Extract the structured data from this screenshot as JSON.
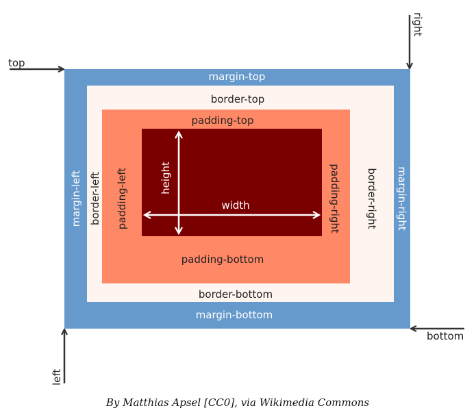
{
  "diagram": {
    "labels": {
      "margin_top": "margin-top",
      "margin_bottom": "margin-bottom",
      "margin_left": "margin-left",
      "margin_right": "margin-right",
      "border_top": "border-top",
      "border_bottom": "border-bottom",
      "border_left": "border-left",
      "border_right": "border-right",
      "padding_top": "padding-top",
      "padding_bottom": "padding-bottom",
      "padding_left": "padding-left",
      "padding_right": "padding-right",
      "width": "width",
      "height": "height"
    },
    "pointers": {
      "top": "top",
      "right": "right",
      "bottom": "bottom",
      "left": "left"
    },
    "colors": {
      "margin": "#6699cc",
      "border": "#fff5f0",
      "padding": "#ff8866",
      "content": "#7a0000",
      "margin_text": "#ffffff",
      "dark_text": "#222222",
      "content_text": "#ffffff",
      "arrow": "#333333"
    },
    "icons": {
      "pointer": "arrow-icon",
      "dimension": "double-arrow-icon"
    }
  },
  "caption": "By Matthias Apsel [CC0], via Wikimedia Commons"
}
